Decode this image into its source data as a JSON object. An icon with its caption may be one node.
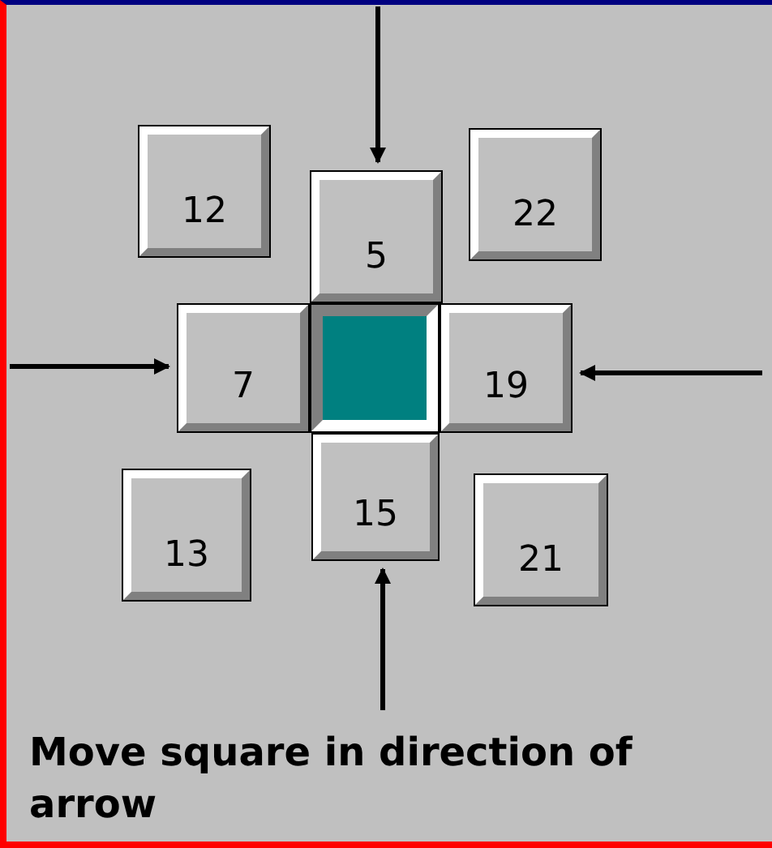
{
  "diagram": {
    "nodes": [
      {
        "text": [
          "12"
        ]
      },
      {
        "text": [
          "5"
        ]
      },
      {
        "text": [
          "22"
        ]
      },
      {
        "text": [
          "7"
        ]
      },
      {
        "text": [],
        "shape": "box"
      },
      {
        "text": [
          "19"
        ]
      },
      {
        "text": [
          "13"
        ]
      },
      {
        "text": [
          "15"
        ]
      },
      {
        "text": [
          "21"
        ]
      }
    ],
    "edges": [
      {
        "from": null,
        "to": 1,
        "arrow": "to"
      },
      {
        "from": null,
        "to": 3,
        "arrow": "to"
      },
      {
        "from": null,
        "to": 5,
        "arrow": "to"
      },
      {
        "from": null,
        "to": 7,
        "arrow": "to"
      }
    ],
    "labels": [
      "Move square in direction of arrow"
    ]
  }
}
